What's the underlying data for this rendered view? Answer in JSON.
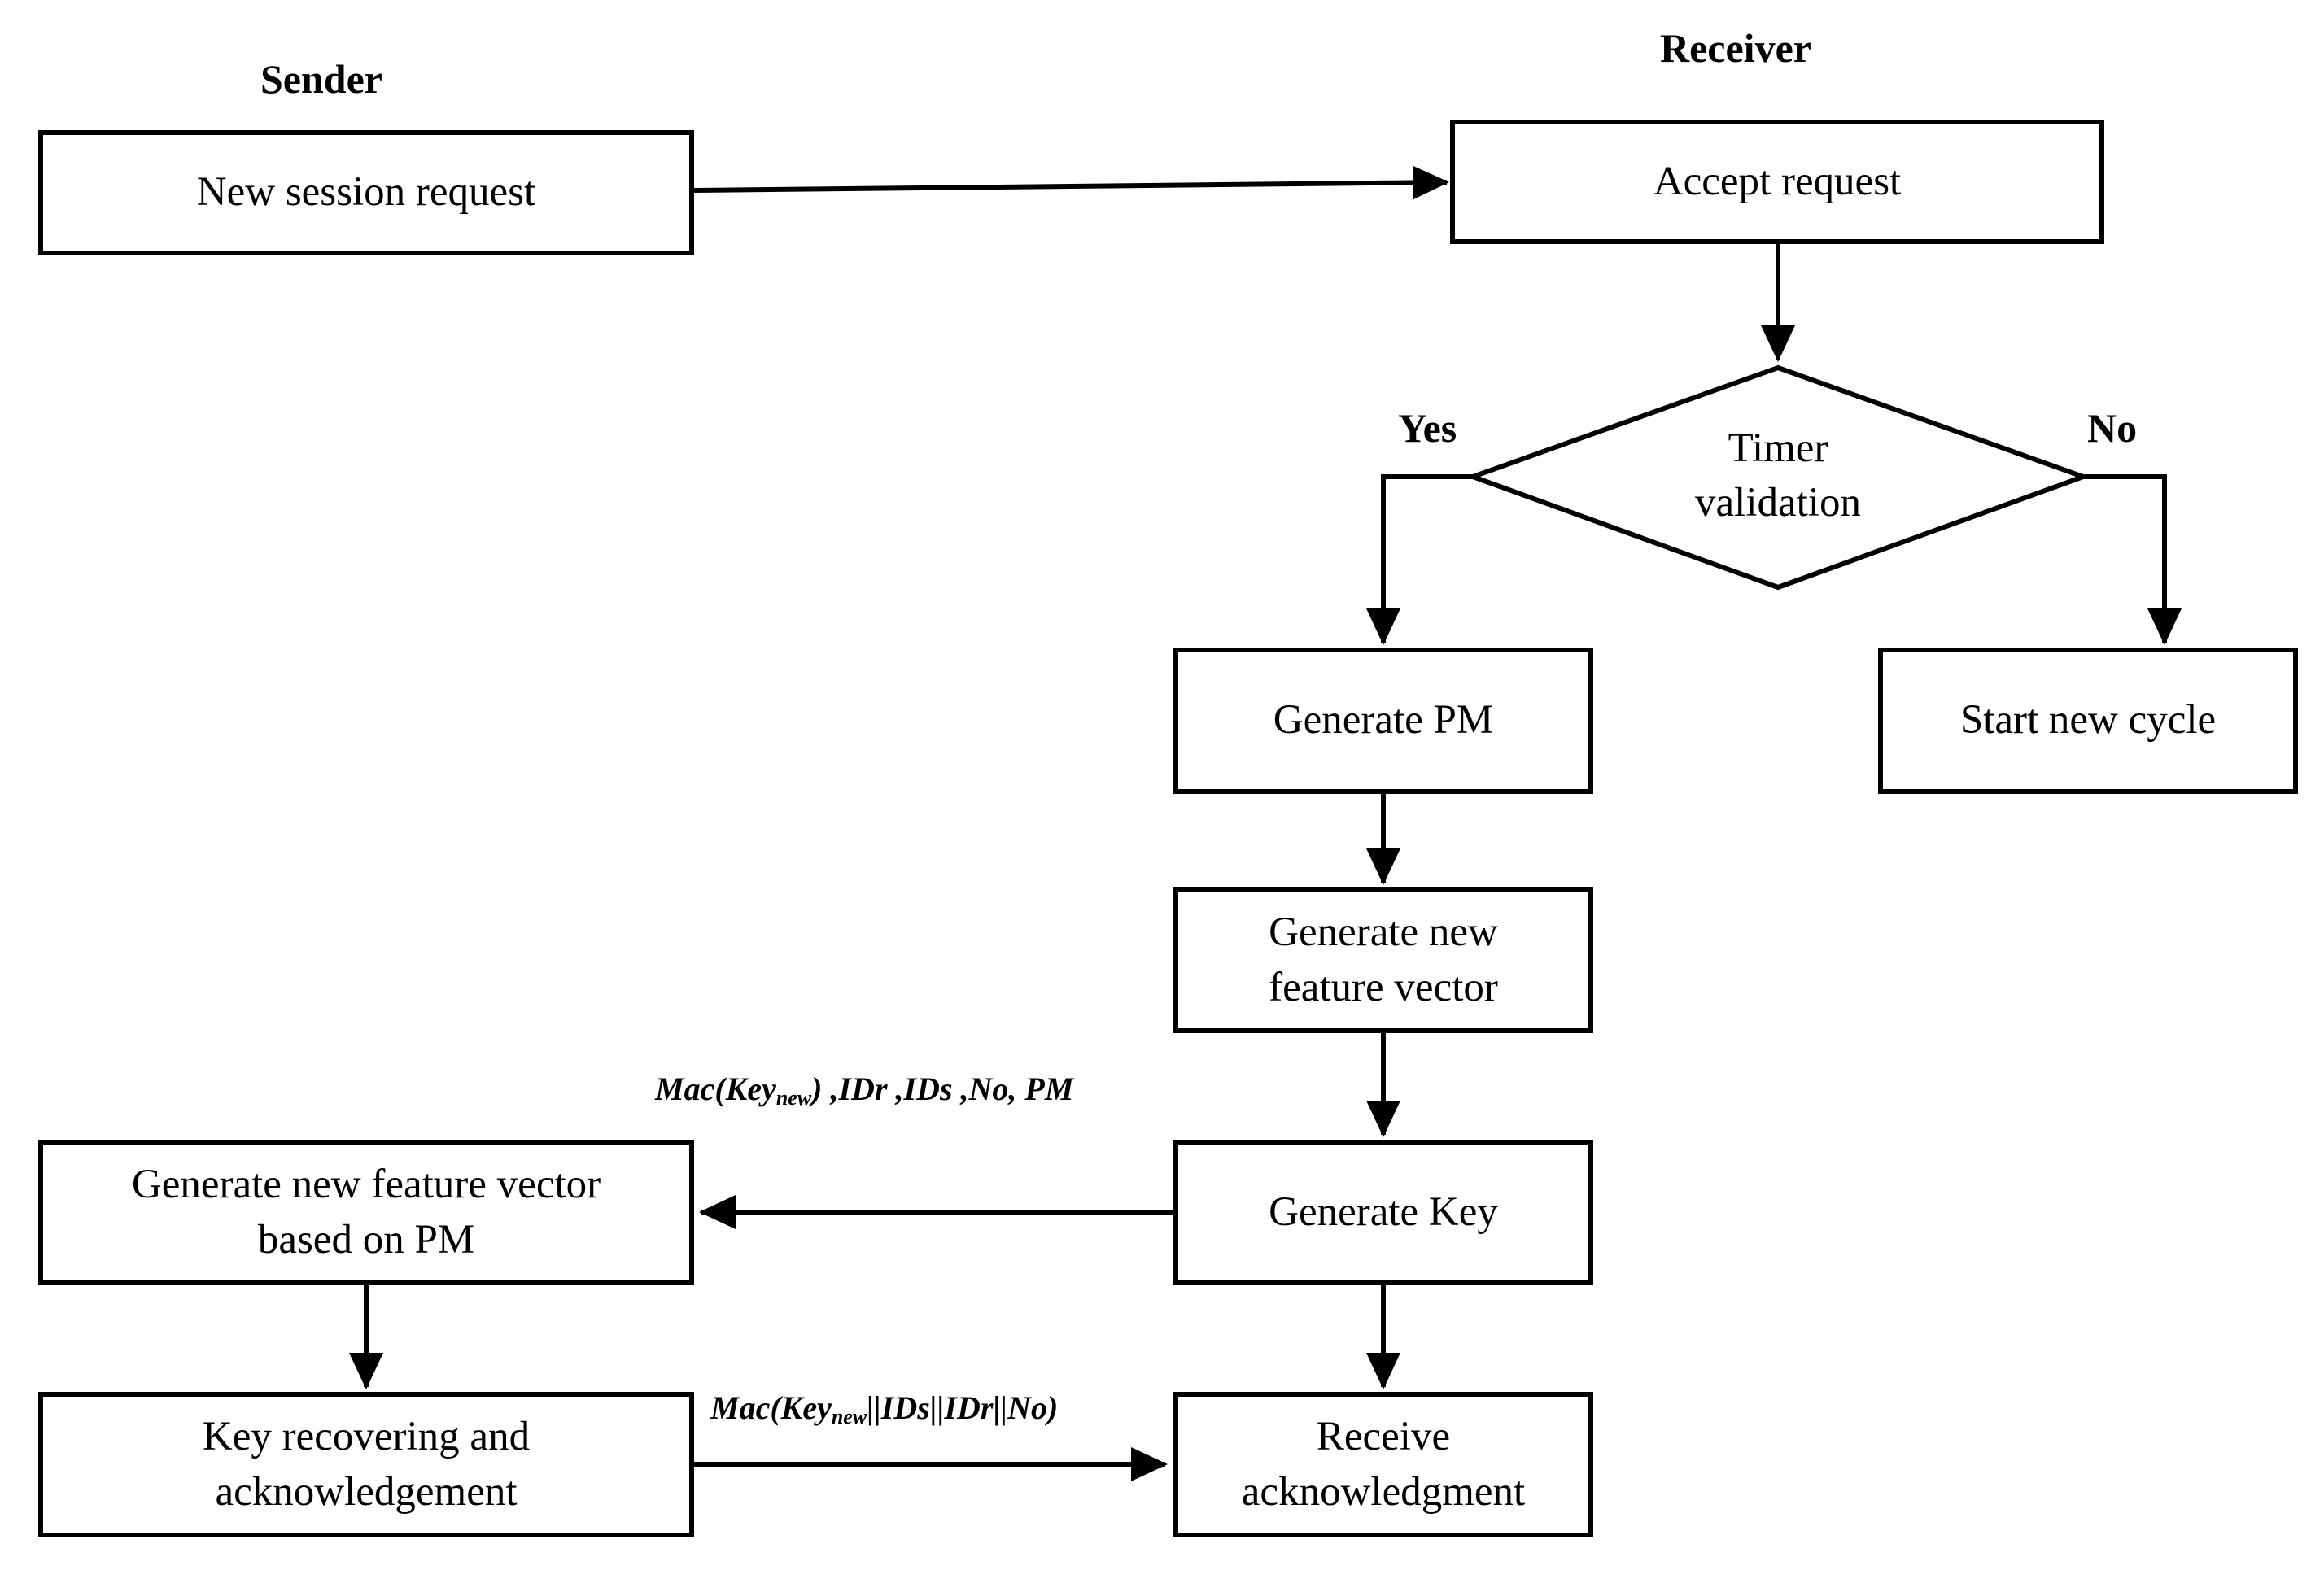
{
  "headers": {
    "sender": "Sender",
    "receiver": "Receiver"
  },
  "boxes": {
    "new_session_request": "New session request",
    "accept_request": "Accept request",
    "timer_validation": "Timer\nvalidation",
    "generate_pm": "Generate PM",
    "start_new_cycle": "Start  new cycle",
    "generate_new_feature_vector": "Generate new\nfeature vector",
    "generate_key": "Generate Key",
    "sender_feature_vector": "Generate new feature vector\nbased on PM",
    "key_recovering": "Key recovering and\nacknowledgement",
    "receive_ack": "Receive\nacknowledgment"
  },
  "branch_labels": {
    "yes": "Yes",
    "no": "No"
  },
  "messages": {
    "msg1": {
      "prefix": "Mac(Key",
      "sub": "new",
      "suffix": ") ,IDr ,IDs ,No, PM"
    },
    "msg2": {
      "prefix": "Mac(Key",
      "sub": "new",
      "suffix": "||IDs||IDr||No)"
    }
  }
}
